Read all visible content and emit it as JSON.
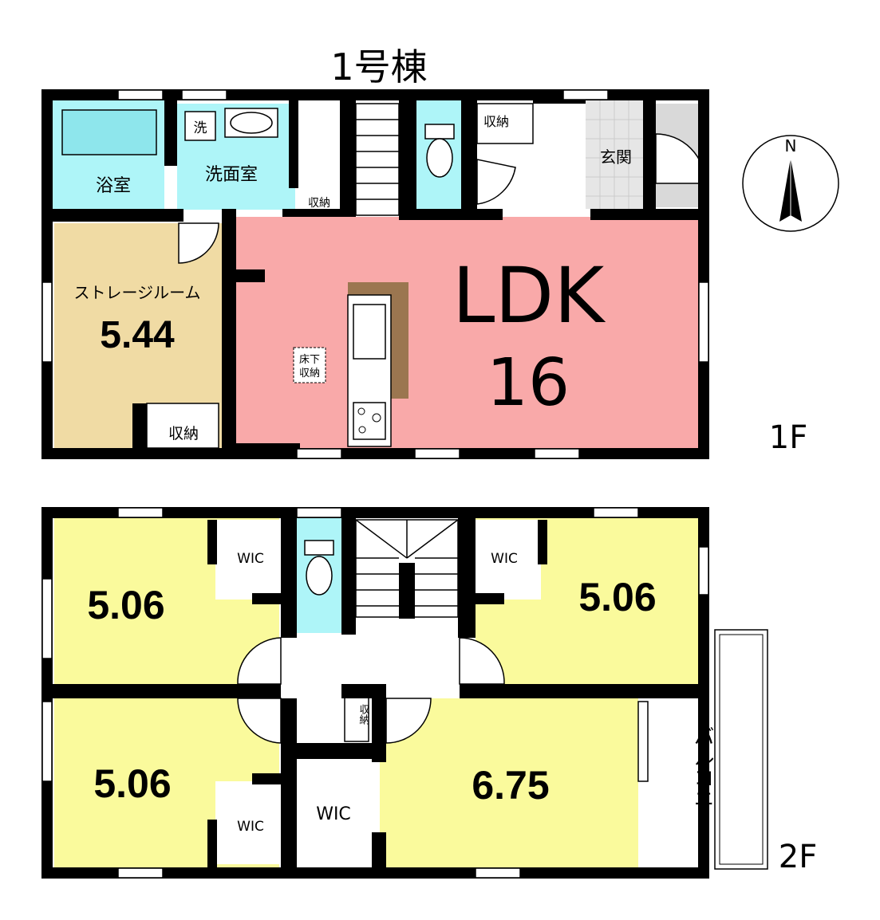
{
  "title": "1号棟",
  "compass": {
    "label": "N"
  },
  "floor1": {
    "floor_label": "1F",
    "rooms": {
      "bath": "浴室",
      "washroom": "洗面室",
      "washer": "洗",
      "storage_room": "ストレージルーム",
      "storage_room_size": "5.44",
      "ldk": "LDK",
      "ldk_size": "16",
      "entrance": "玄関",
      "underfloor_line1": "床下",
      "underfloor_line2": "収納",
      "closet": "収納"
    }
  },
  "floor2": {
    "floor_label": "2F",
    "rooms": {
      "room_nw_size": "5.06",
      "room_ne_size": "5.06",
      "room_sw_size": "5.06",
      "room_se_size": "6.75",
      "wic": "WIC",
      "balcony": "バルコニー",
      "closet": "収納"
    }
  },
  "colors": {
    "wall": "#000000",
    "bath_wet": "#aef5f8",
    "storage_room": "#f0dba4",
    "ldk": "#f9a9a9",
    "bedroom": "#fafa9c",
    "kitchen_counter": "#9b7650",
    "entrance_tile": "#e6e6e6"
  }
}
